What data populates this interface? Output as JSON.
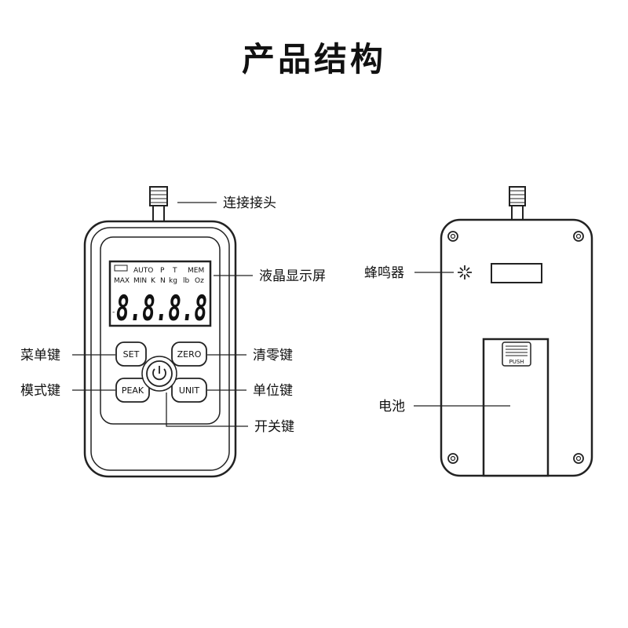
{
  "title": "产品结构",
  "labels": {
    "connector": "连接接头",
    "lcd": "液晶显示屏",
    "menu_key": "菜单键",
    "zero_key": "清零键",
    "mode_key": "模式键",
    "unit_key": "单位键",
    "power_key": "开关键",
    "buzzer": "蜂鸣器",
    "battery": "电池"
  },
  "lcd": {
    "row1": [
      "AUTO",
      "P",
      "T",
      "MEM"
    ],
    "row2": [
      "MAX",
      "MIN",
      "K",
      "N",
      "kg",
      "lb",
      "Oz"
    ],
    "digits": "8.8.8.8",
    "sign": "-"
  },
  "buttons": {
    "set": "SET",
    "zero": "ZERO",
    "peak": "PEAK",
    "unit": "UNIT"
  },
  "battery_cover": {
    "push": "PUSH"
  }
}
